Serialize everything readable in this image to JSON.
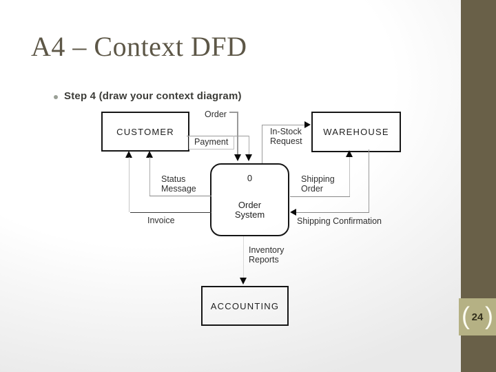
{
  "slide": {
    "title": "A4 – Context DFD",
    "bullet": "Step 4 (draw your context diagram)",
    "page_number": "24"
  },
  "diagram": {
    "entities": {
      "customer": "CUSTOMER",
      "warehouse": "WAREHOUSE",
      "accounting": "ACCOUNTING"
    },
    "process": {
      "id": "0",
      "name_line1": "Order",
      "name_line2": "System"
    },
    "flows": {
      "order": "Order",
      "payment": "Payment",
      "in_stock_line1": "In-Stock",
      "in_stock_line2": "Request",
      "status_line1": "Status",
      "status_line2": "Message",
      "invoice": "Invoice",
      "shipping_order_line1": "Shipping",
      "shipping_order_line2": "Order",
      "shipping_confirmation": "Shipping Confirmation",
      "inventory_line1": "Inventory",
      "inventory_line2": "Reports"
    }
  },
  "theme": {
    "sidebar_color": "#696048",
    "badge_color": "#b5b184",
    "title_color": "#5d5747",
    "line_color": "#999999",
    "box_border_color": "#151515"
  }
}
